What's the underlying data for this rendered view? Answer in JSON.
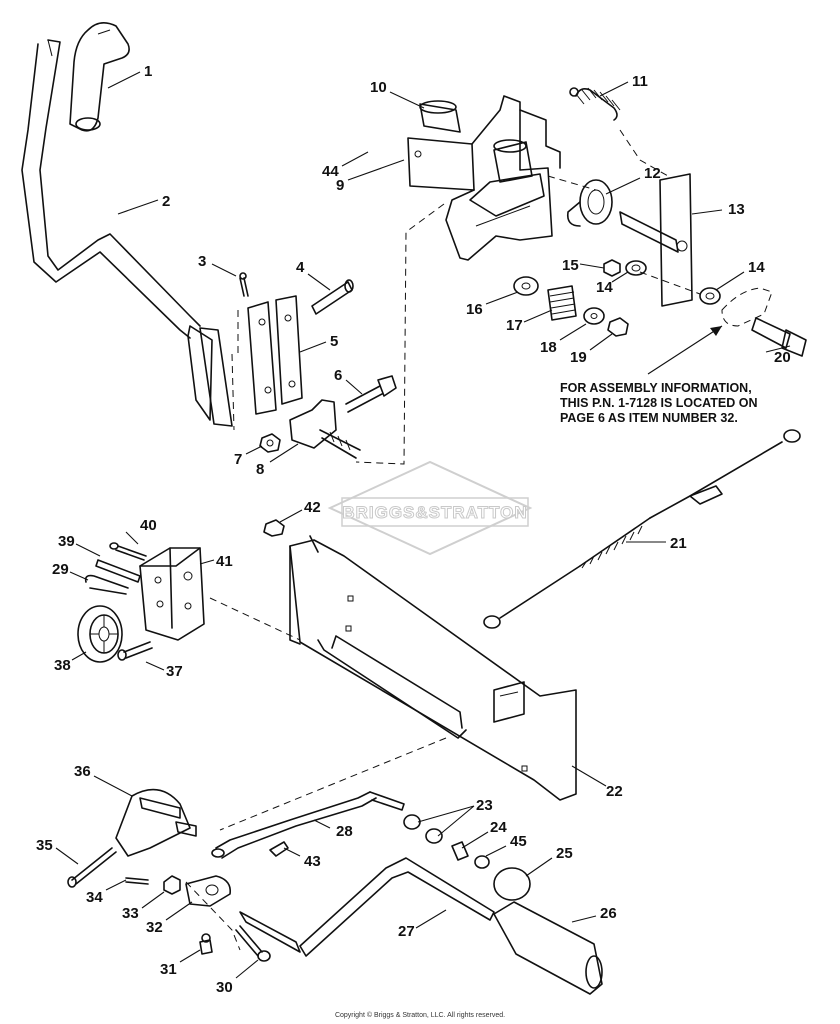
{
  "watermark": "BRIGGS&STRATTON",
  "note": [
    "FOR ASSEMBLY INFORMATION,",
    "THIS P.N. 1-7128 IS LOCATED ON",
    "PAGE 6 AS ITEM NUMBER 32."
  ],
  "copyright": "Copyright © Briggs & Stratton, LLC. All rights reserved.",
  "callouts": [
    "1",
    "2",
    "3",
    "4",
    "5",
    "6",
    "7",
    "8",
    "9",
    "10",
    "11",
    "12",
    "13",
    "14",
    "14",
    "15",
    "16",
    "17",
    "18",
    "19",
    "20",
    "21",
    "22",
    "23",
    "24",
    "25",
    "26",
    "27",
    "28",
    "29",
    "30",
    "31",
    "32",
    "33",
    "34",
    "35",
    "36",
    "37",
    "38",
    "39",
    "40",
    "41",
    "42",
    "43",
    "44",
    "45"
  ]
}
